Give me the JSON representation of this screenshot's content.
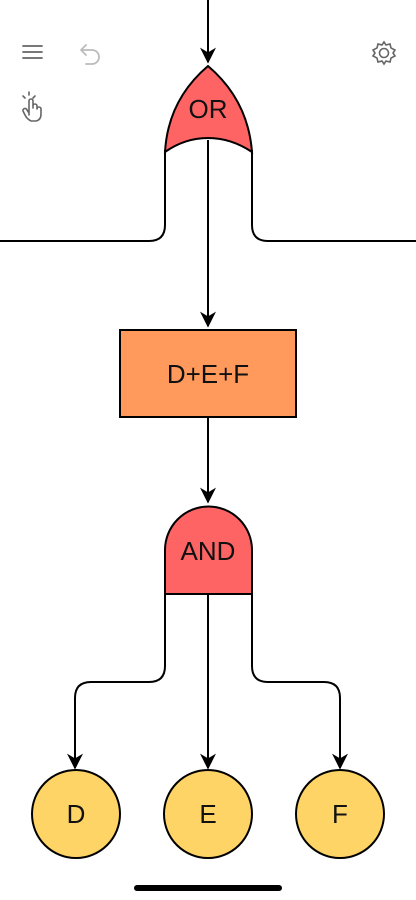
{
  "toolbar": {
    "menu_icon": "hamburger-menu-icon",
    "undo_icon": "undo-arrow-icon",
    "settings_icon": "gear-icon",
    "touch_icon": "tap-hand-icon"
  },
  "diagram": {
    "gates": [
      {
        "id": "or",
        "type": "OR",
        "label": "OR",
        "color": "#ff6464"
      },
      {
        "id": "and",
        "type": "AND",
        "label": "AND",
        "color": "#ff6464"
      }
    ],
    "event": {
      "id": "def",
      "label": "D+E+F",
      "color": "#ff9a5c"
    },
    "basic_events": [
      {
        "id": "d",
        "label": "D",
        "color": "#ffd466"
      },
      {
        "id": "e",
        "label": "E",
        "color": "#ffd466"
      },
      {
        "id": "f",
        "label": "F",
        "color": "#ffd466"
      }
    ]
  }
}
